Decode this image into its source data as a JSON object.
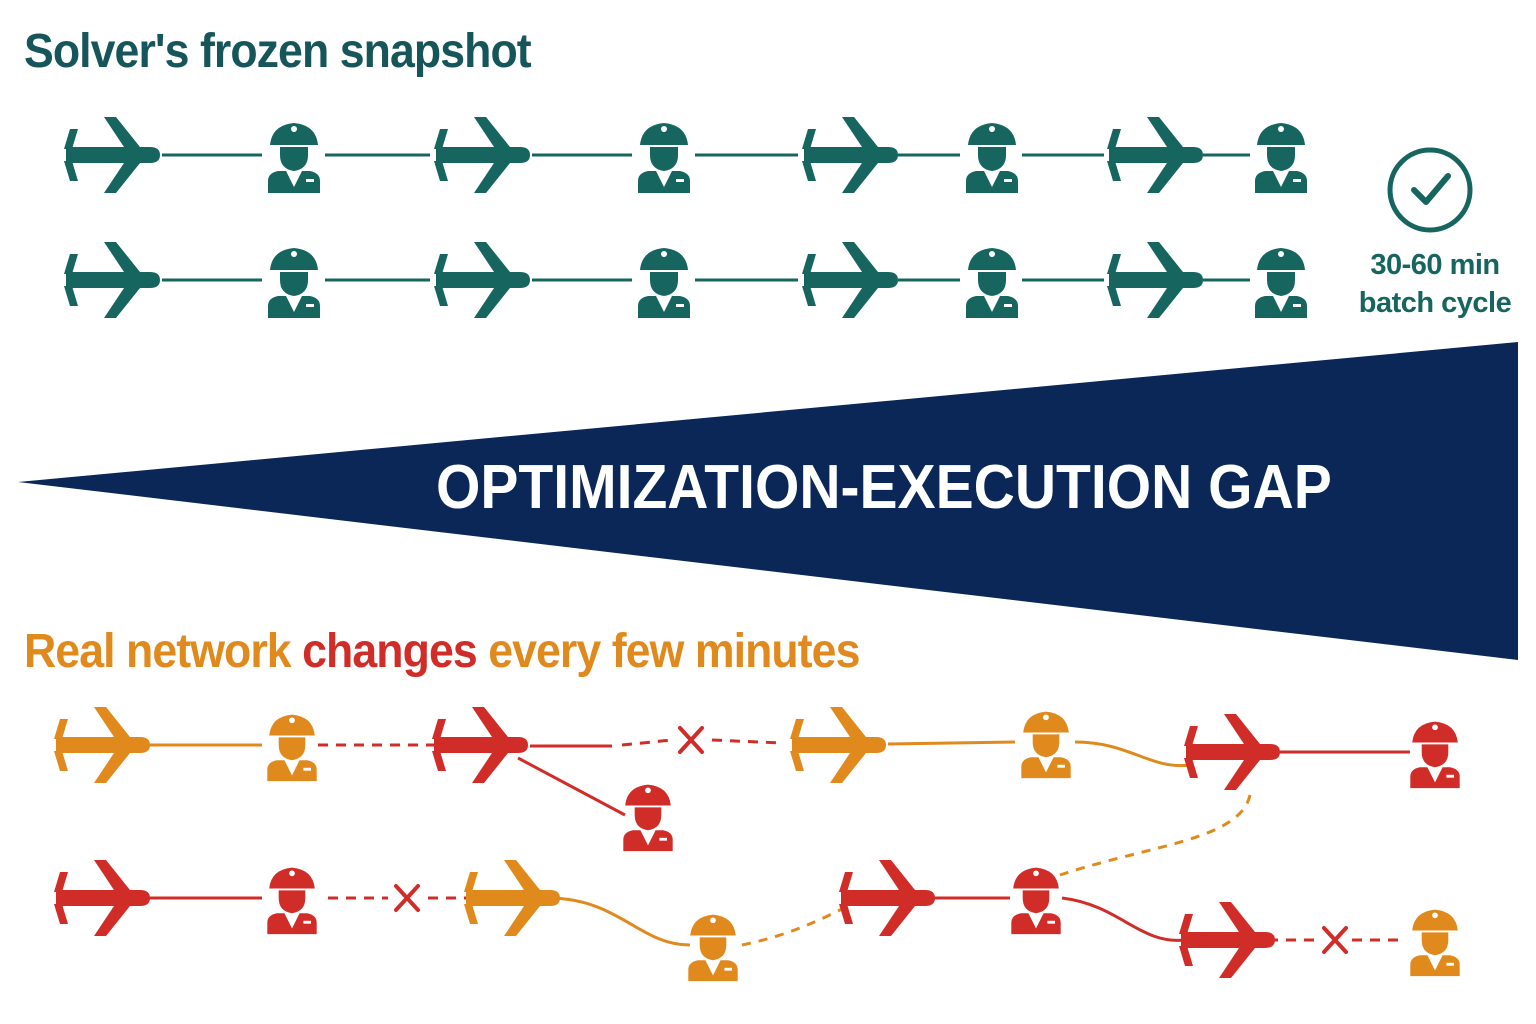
{
  "top": {
    "title": "Solver's frozen snapshot",
    "status_text": {
      "line1": "30-60 min",
      "line2": "batch cycle"
    },
    "check_icon": "check-circle-icon",
    "row_pattern": [
      "plane-icon",
      "pilot-icon",
      "plane-icon",
      "pilot-icon",
      "plane-icon",
      "pilot-icon",
      "plane-icon",
      "pilot-icon"
    ],
    "row_count": 2
  },
  "gap": {
    "label": "OPTIMIZATION-EXECUTION GAP"
  },
  "bottom": {
    "title_part1": "Real network ",
    "title_highlight": "changes",
    "title_part2": " every few minutes",
    "cancelled_marker_icon": "x-cross-icon"
  },
  "colors": {
    "teal": "#16665f",
    "navy": "#0b2757",
    "orange": "#e08a1e",
    "red": "#d02d28",
    "white": "#ffffff"
  }
}
